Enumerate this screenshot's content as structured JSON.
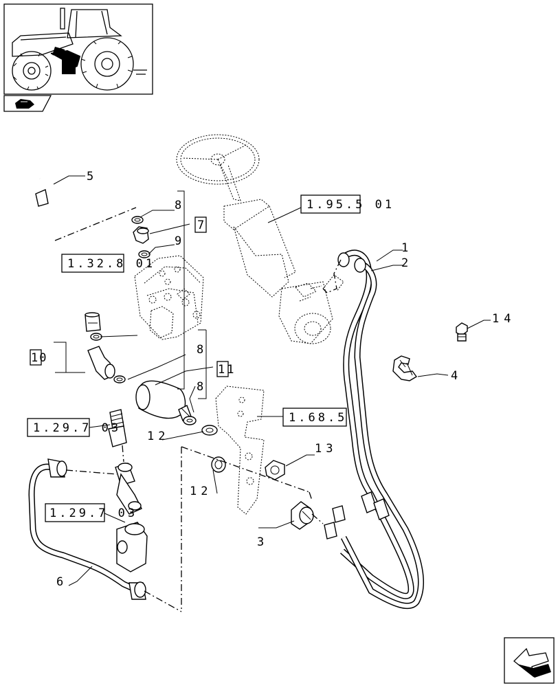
{
  "callouts": {
    "c1": "1",
    "c2": "2",
    "c3": "3",
    "c4": "4",
    "c5": "5",
    "c6": "6",
    "c7": "7",
    "c8a": "8",
    "c8b": "8",
    "c8c": "8",
    "c9": "9",
    "c10": "10",
    "c11": "11",
    "c12a": "12",
    "c12b": "12",
    "c13": "13",
    "c14": "14"
  },
  "references": {
    "r1": "1.95.5 01",
    "r2": "1.32.8 01",
    "r3": "1.68.5",
    "r4": "1.29.7 03",
    "r5": "1.29.7 03"
  },
  "icons": {
    "thumbnail": "tractor-location-thumbnail",
    "section": "section-folder-icon",
    "nav": "next-page-arrow-icon"
  }
}
